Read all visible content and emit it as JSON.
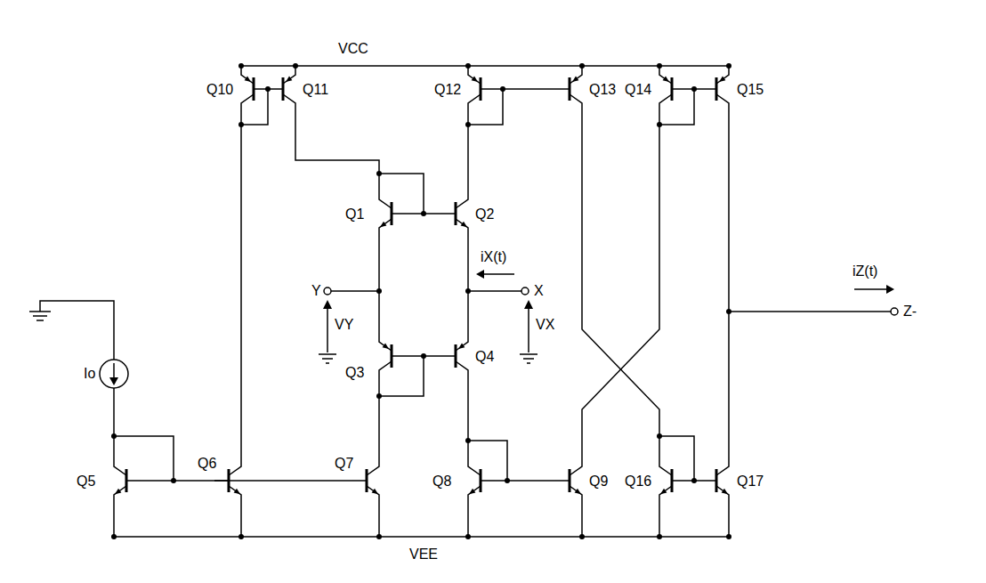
{
  "diagram": {
    "labels": [
      "VCC",
      "Q10",
      "Q11",
      "Q12",
      "Q13",
      "Q14",
      "Q15",
      "Q1",
      "Q2",
      "iX(t)",
      "Y",
      "X",
      "VY",
      "VX",
      "Q3",
      "Q4",
      "iZ(t)",
      "Z-",
      "Io",
      "Q5",
      "Q6",
      "Q7",
      "Q8",
      "Q9",
      "Q16",
      "Q17",
      "VEE"
    ]
  }
}
